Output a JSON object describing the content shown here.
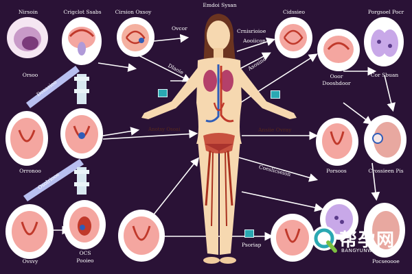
{
  "diagram": {
    "title": "Emdoi Sysan",
    "labels": {
      "top_left_1": "Nirsoin",
      "top_left_2": "Crigclot Ssabs",
      "top_left_3": "Cirsion Oxsoy",
      "mid_arrow_1": "Ovcor",
      "mid_arrow_2": "Dlaoie",
      "side_arrow": "Crnisrioioe",
      "side_arrow_sub": "Aooiicon",
      "side_arrow_2": "Asosine",
      "top_right_1": "Cidssieo",
      "top_right_2": "Porgsoel Pocr",
      "left_1": "Orsoo",
      "left_arrow": "Dosasieo",
      "right_1": "Ooor",
      "right_1_sub": "Dooshdoor",
      "right_2": "Cor Sbuan",
      "body_left": "Anotsy Osoai",
      "body_right": "Ansiie Ovray",
      "left_2": "Orronoo",
      "left_arrow_2": "Osolriooe",
      "lower_right_arrow": "Coeslicseion",
      "right_3": "Porsoos",
      "right_4": "Crossieen Pis",
      "bottom_left": "Ovsvy",
      "bottom_center_1": "OCS",
      "bottom_center_2": "Pooieo",
      "bottom_tag": "Psoriap",
      "bottom_right": "Pocseoooe"
    }
  },
  "watermark": {
    "main_text": "帮孕网",
    "sub_text": "BANGYUNWANG"
  },
  "colors": {
    "background": "#2a1236",
    "skin": "#f6d8b0",
    "organ_red": "#c0392b",
    "organ_pink": "#f4a6a0",
    "vessel_blue": "#2e5cb8",
    "tag_teal": "#2aa8b2",
    "arrow": "#ffffff"
  }
}
